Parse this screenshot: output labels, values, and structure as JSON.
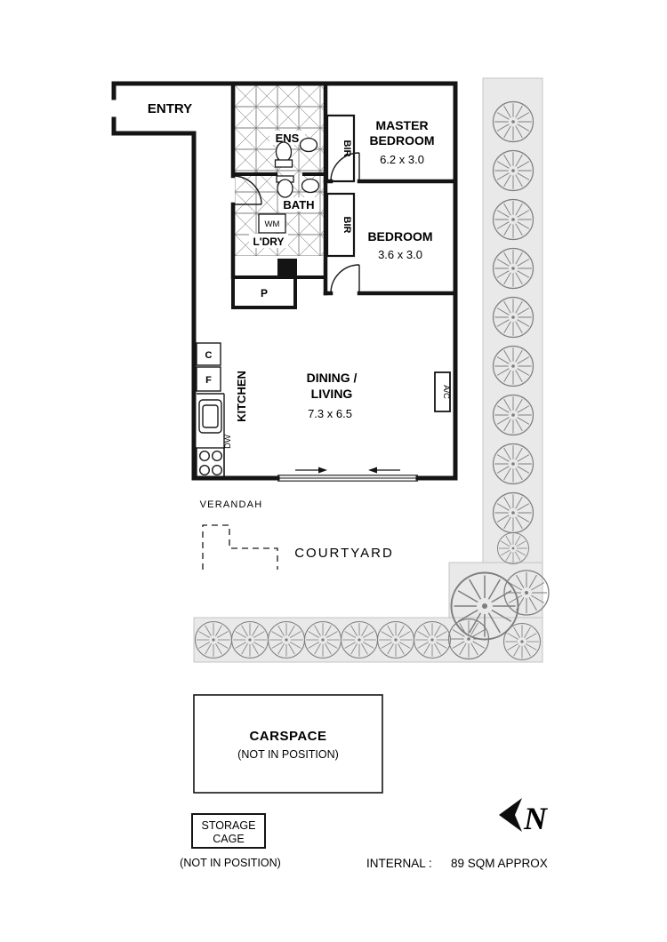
{
  "colors": {
    "wall": "#141414",
    "garden_fill": "#e9e9e9",
    "garden_border": "#c4c4c4",
    "tree_stroke": "#7d7d7d",
    "duct_fill": "#141414"
  },
  "rooms": {
    "entry": "ENTRY",
    "ens": "ENS",
    "bath": "BATH",
    "laundry": "L'DRY",
    "washing_machine": "WM",
    "pantry": "P",
    "bir_master": "BIR",
    "bir_bedroom": "BIR",
    "master_bedroom": {
      "line1": "MASTER",
      "line2": "BEDROOM",
      "dims": "6.2 x 3.0"
    },
    "bedroom": {
      "label": "BEDROOM",
      "dims": "3.6 x 3.0"
    },
    "kitchen": "KITCHEN",
    "cupboard": "C",
    "fridge": "F",
    "dishwasher": "DW",
    "dining_living": {
      "line1": "DINING /",
      "line2": "LIVING",
      "dims": "7.3 x 6.5"
    },
    "air_conditioner": "A/C",
    "verandah": "VERANDAH",
    "courtyard": "COURTYARD"
  },
  "footer": {
    "carspace": {
      "label": "CARSPACE",
      "note": "(NOT IN POSITION)"
    },
    "storage_cage": {
      "line1": "STORAGE",
      "line2": "CAGE",
      "note": "(NOT IN POSITION)"
    },
    "north": "N",
    "internal": {
      "label": "INTERNAL :",
      "value": "89 SQM  APPROX"
    }
  }
}
